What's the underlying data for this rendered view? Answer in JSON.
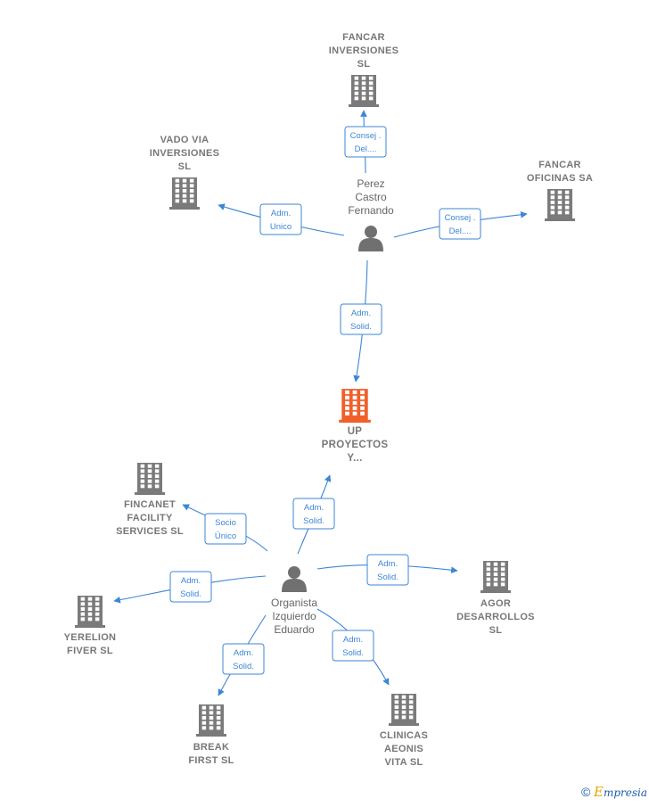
{
  "colors": {
    "edge": "#3d86d6",
    "building": "#7a7a7a",
    "building_focus": "#f0602a",
    "person": "#707070",
    "text": "#777777"
  },
  "nodes": [
    {
      "id": "fancar_inv",
      "type": "company",
      "lines": [
        "FANCAR",
        "INVERSIONES",
        "SL"
      ]
    },
    {
      "id": "vado",
      "type": "company",
      "lines": [
        "VADO VIA",
        "INVERSIONES",
        "SL"
      ]
    },
    {
      "id": "fancar_of",
      "type": "company",
      "lines": [
        "FANCAR",
        "OFICINAS SA"
      ]
    },
    {
      "id": "perez",
      "type": "person",
      "lines": [
        "Perez",
        "Castro",
        "Fernando"
      ]
    },
    {
      "id": "up",
      "type": "focus",
      "lines": [
        "UP",
        "PROYECTOS",
        "Y..."
      ]
    },
    {
      "id": "fincanet",
      "type": "company",
      "lines": [
        "FINCANET",
        "FACILITY",
        "SERVICES  SL"
      ]
    },
    {
      "id": "organista",
      "type": "person",
      "lines": [
        "Organista",
        "Izquierdo",
        "Eduardo"
      ]
    },
    {
      "id": "agor",
      "type": "company",
      "lines": [
        "AGOR",
        "DESARROLLOS",
        "SL"
      ]
    },
    {
      "id": "yerelion",
      "type": "company",
      "lines": [
        "YERELION",
        "FIVER  SL"
      ]
    },
    {
      "id": "break",
      "type": "company",
      "lines": [
        "BREAK",
        "FIRST  SL"
      ]
    },
    {
      "id": "clinicas",
      "type": "company",
      "lines": [
        "CLINICAS",
        "AEONIS",
        "VITA  SL"
      ]
    }
  ],
  "edges": [
    {
      "from": "perez",
      "to": "fancar_inv",
      "label": [
        "Consej .",
        "Del...."
      ]
    },
    {
      "from": "perez",
      "to": "vado",
      "label": [
        "Adm.",
        "Unico"
      ]
    },
    {
      "from": "perez",
      "to": "fancar_of",
      "label": [
        "Consej .",
        "Del...."
      ]
    },
    {
      "from": "perez",
      "to": "up",
      "label": [
        "Adm.",
        "Solid."
      ]
    },
    {
      "from": "organista",
      "to": "up",
      "label": [
        "Adm.",
        "Solid."
      ]
    },
    {
      "from": "organista",
      "to": "fincanet",
      "label": [
        "Socio",
        "Único"
      ]
    },
    {
      "from": "organista",
      "to": "agor",
      "label": [
        "Adm.",
        "Solid."
      ]
    },
    {
      "from": "organista",
      "to": "yerelion",
      "label": [
        "Adm.",
        "Solid."
      ]
    },
    {
      "from": "organista",
      "to": "break",
      "label": [
        "Adm.",
        "Solid."
      ]
    },
    {
      "from": "organista",
      "to": "clinicas",
      "label": [
        "Adm.",
        "Solid."
      ]
    }
  ],
  "footer": {
    "copyright": "©",
    "brand_initial": "E",
    "brand_rest": "mpresia"
  }
}
